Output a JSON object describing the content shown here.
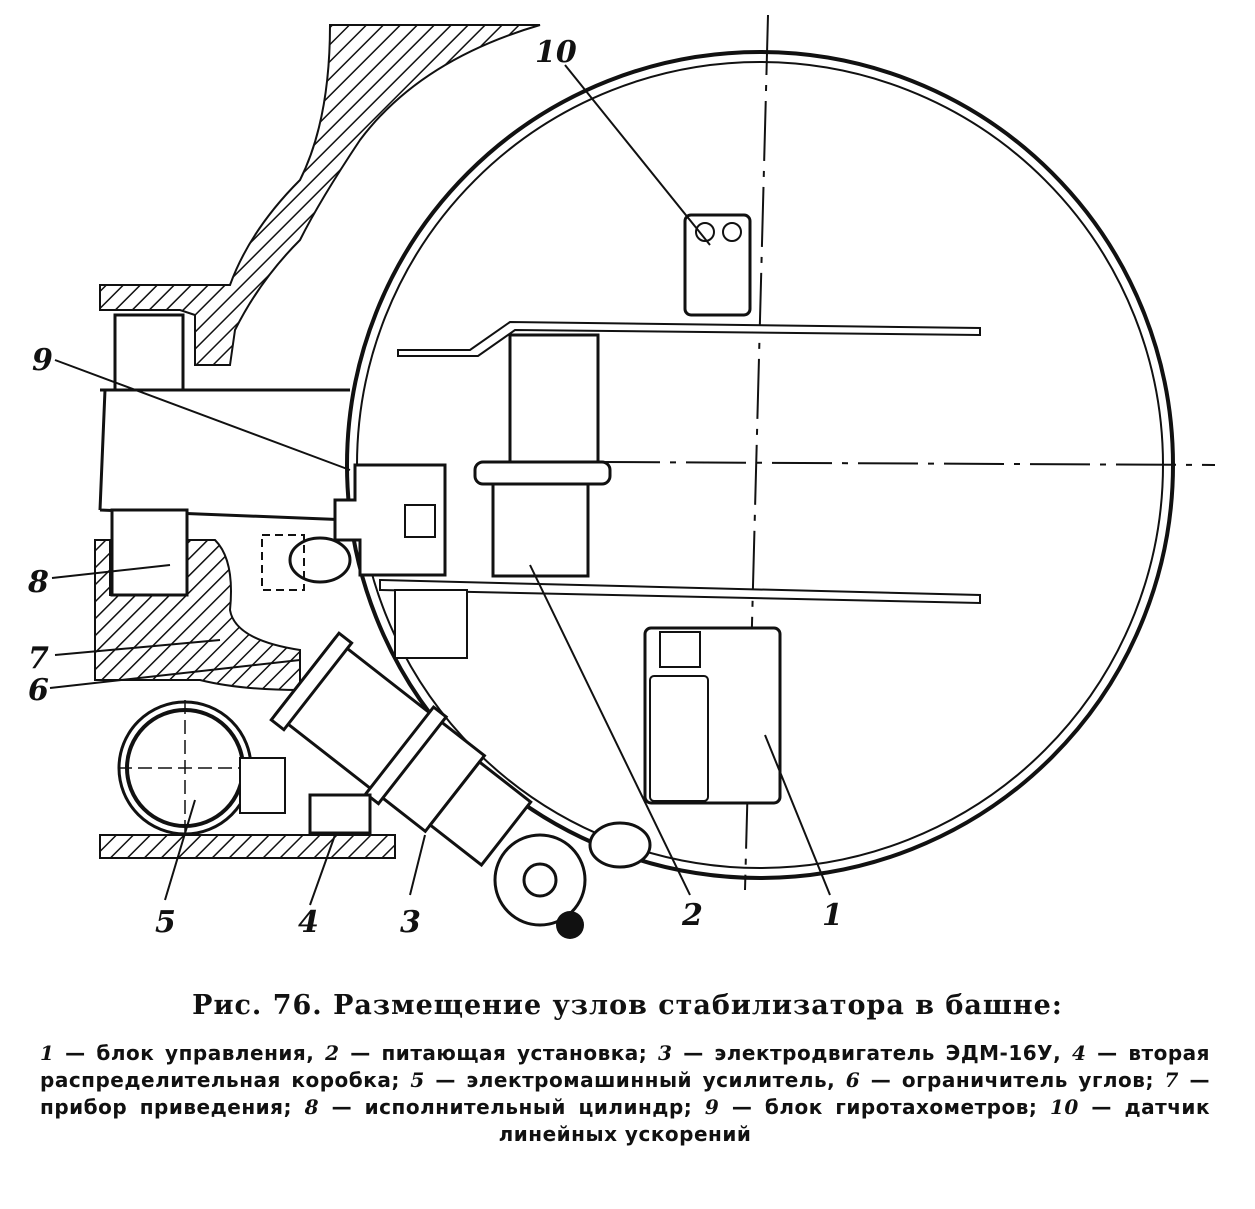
{
  "figure": {
    "callouts": [
      "1",
      "2",
      "3",
      "4",
      "5",
      "6",
      "7",
      "8",
      "9",
      "10"
    ]
  },
  "caption": {
    "title": "Рис. 76. Размещение узлов стабилизатора в башне:",
    "legend": [
      {
        "num": "1",
        "text": "— блок управления,"
      },
      {
        "num": "2",
        "text": "— питающая установка;"
      },
      {
        "num": "3",
        "text": "— электродвигатель ЭДМ-16У,"
      },
      {
        "num": "4",
        "text": "— вторая распределительная коробка;"
      },
      {
        "num": "5",
        "text": "— электромашинный усилитель,"
      },
      {
        "num": "6",
        "text": "— ограничитель углов;"
      },
      {
        "num": "7",
        "text": "— прибор приведения;"
      },
      {
        "num": "8",
        "text": "— исполнительный цилиндр;"
      },
      {
        "num": "9",
        "text": "— блок гиротахометров;"
      },
      {
        "num": "10",
        "text": "— датчик линейных ускорений"
      }
    ]
  }
}
